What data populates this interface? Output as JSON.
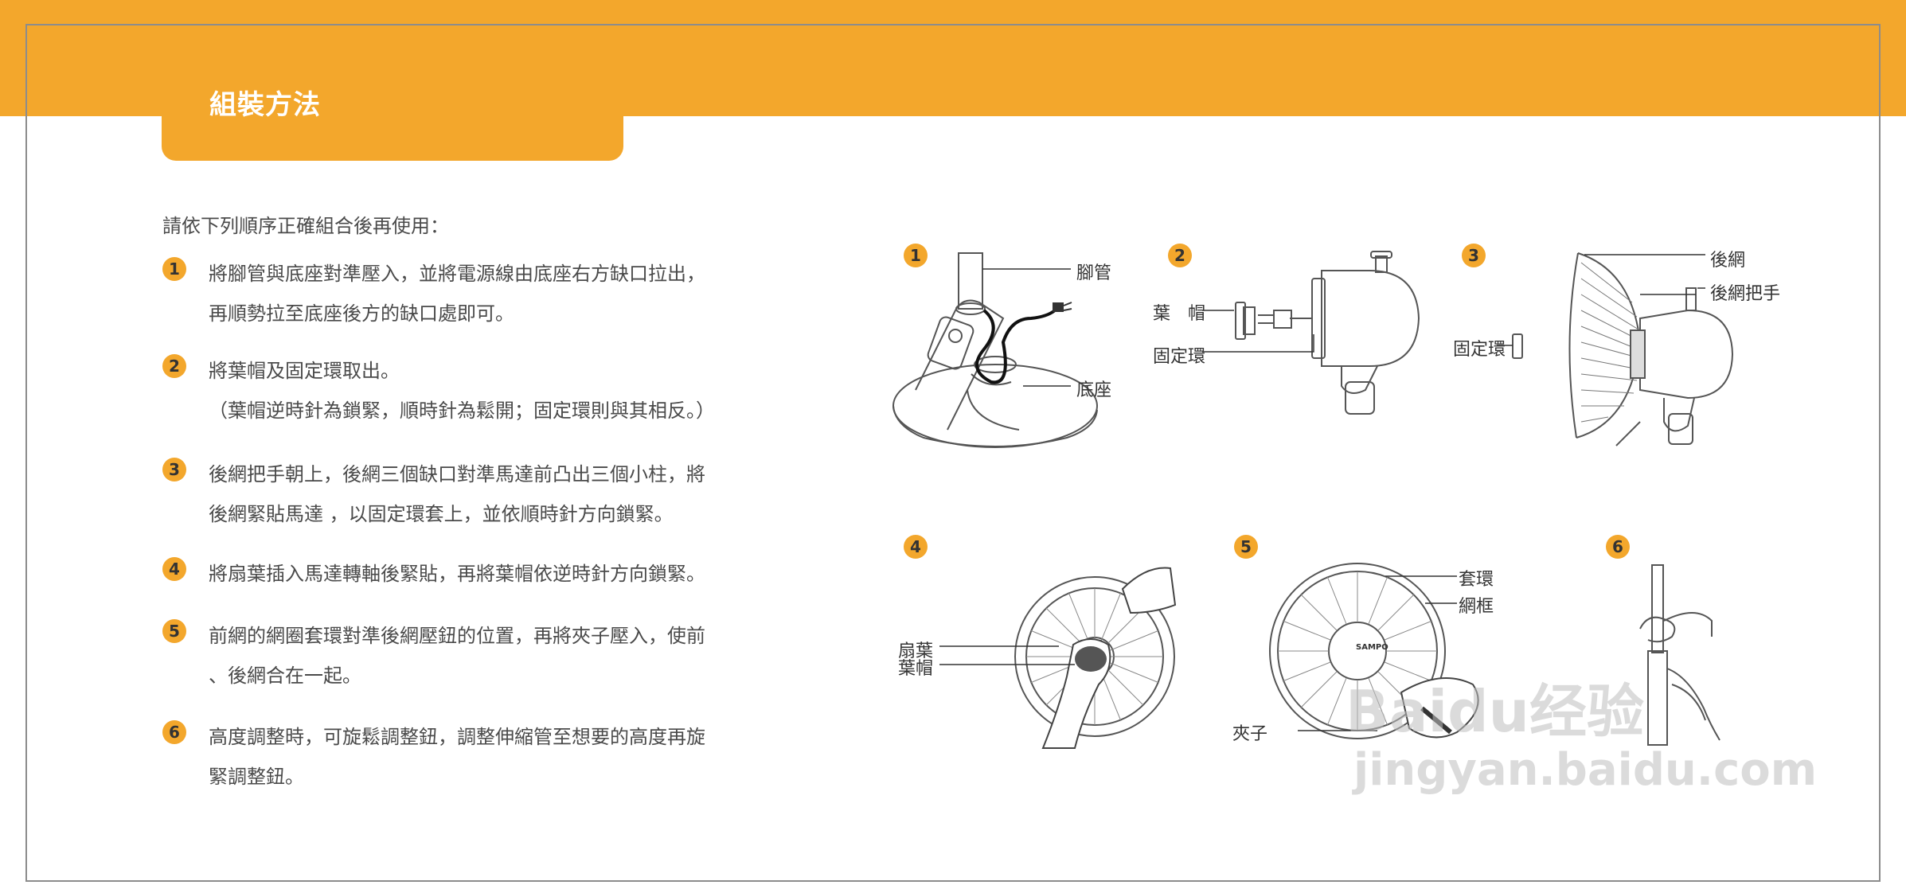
{
  "title": "組裝方法",
  "intro": "請依下列順序正確組合後再使用：",
  "steps": [
    {
      "num": "1",
      "lines": [
        "將腳管與底座對準壓入，並將電源線由底座右方缺口拉出，",
        "再順勢拉至底座後方的缺口處即可。"
      ]
    },
    {
      "num": "2",
      "lines": [
        "將葉帽及固定環取出。",
        "（葉帽逆時針為鎖緊，順時針為鬆開；固定環則與其相反。）"
      ]
    },
    {
      "num": "3",
      "lines": [
        "後網把手朝上，後網三個缺口對準馬達前凸出三個小柱，將",
        "後網緊貼馬達 ，以固定環套上，並依順時針方向鎖緊。"
      ]
    },
    {
      "num": "4",
      "lines": [
        "將扇葉插入馬達轉軸後緊貼，再將葉帽依逆時針方向鎖緊。"
      ]
    },
    {
      "num": "5",
      "lines": [
        "前網的網圈套環對準後網壓鈕的位置，再將夾子壓入，使前",
        "、後網合在一起。"
      ]
    },
    {
      "num": "6",
      "lines": [
        "高度調整時，可旋鬆調整鈕，調整伸縮管至想要的高度再旋",
        "緊調整鈕。"
      ]
    }
  ],
  "figures": {
    "f1": {
      "num": "1",
      "labels": {
        "pipe": "腳管",
        "base": "底座"
      }
    },
    "f2": {
      "num": "2",
      "labels": {
        "cap": "葉　帽",
        "ring": "固定環"
      }
    },
    "f3": {
      "num": "3",
      "labels": {
        "rear_guard": "後網",
        "handle": "後網把手",
        "ring": "固定環"
      }
    },
    "f4": {
      "num": "4",
      "labels": {
        "blade": "扇葉",
        "cap": "葉帽"
      }
    },
    "f5": {
      "num": "5",
      "labels": {
        "loop": "套環",
        "frame": "網框",
        "clip": "夾子",
        "brand": "SAMPO"
      }
    },
    "f6": {
      "num": "6"
    }
  },
  "watermark": {
    "logo": "Baidu经验",
    "url": "jingyan.baidu.com"
  },
  "colors": {
    "accent": "#f3a72c",
    "line": "#555555"
  }
}
